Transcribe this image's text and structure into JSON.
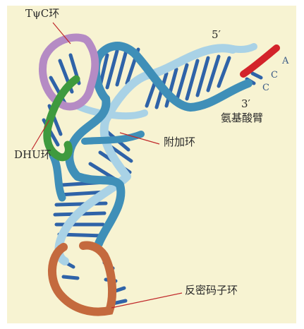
{
  "labels": {
    "tpsic_loop": "TψC环",
    "dhu_loop": "DHU环",
    "extra_loop": "附加环",
    "anticodon_loop": "反密码子环",
    "amino_acid_arm": "氨基酸臂",
    "five_prime": "5′",
    "three_prime": "3′",
    "base_a": "A",
    "base_c1": "C",
    "base_c2": "C"
  },
  "colors": {
    "background": "#f7f3d2",
    "backbone_dark": "#3f8fb8",
    "backbone_light": "#a9d2e6",
    "rung": "#2f63a8",
    "tpsic_loop": "#b58bc4",
    "dhu_loop": "#3f9a3e",
    "anticodon_loop": "#c46a3e",
    "acceptor_end": "#d3232a",
    "leader_line": "#c0282a"
  }
}
